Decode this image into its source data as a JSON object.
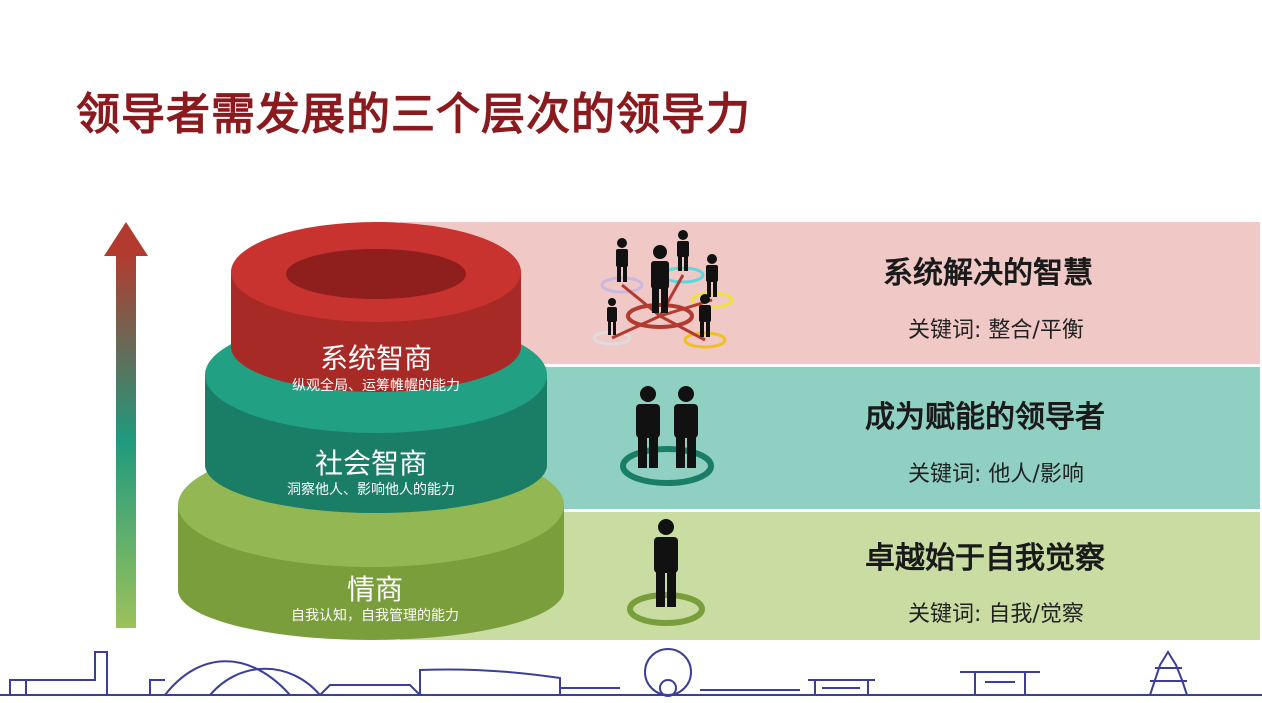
{
  "slide": {
    "title": "领导者需发展的三个层次的领导力"
  },
  "pyramid": {
    "top": {
      "title": "系统智商",
      "subtitle": "纵观全局、运筹帷幄的能力",
      "color": "#c0302e"
    },
    "middle": {
      "title": "社会智商",
      "subtitle": "洞察他人、影响他人的能力",
      "color": "#1f8f74"
    },
    "bottom": {
      "title": "情商",
      "subtitle": "自我认知，自我管理的能力",
      "color": "#8cb04a"
    }
  },
  "levels": [
    {
      "heading": "系统解决的智慧",
      "keyword": "关键词: 整合/平衡",
      "band_color": "#f0c9c6"
    },
    {
      "heading": "成为赋能的领导者",
      "keyword": "关键词: 他人/影响",
      "band_color": "#8fd0c2"
    },
    {
      "heading": "卓越始于自我觉察",
      "keyword": "关键词: 自我/觉察",
      "band_color": "#c9dda3"
    }
  ],
  "icons": [
    "up-arrow-icon",
    "people-network-icon",
    "two-people-icon",
    "single-person-icon",
    "city-skyline-icon"
  ]
}
